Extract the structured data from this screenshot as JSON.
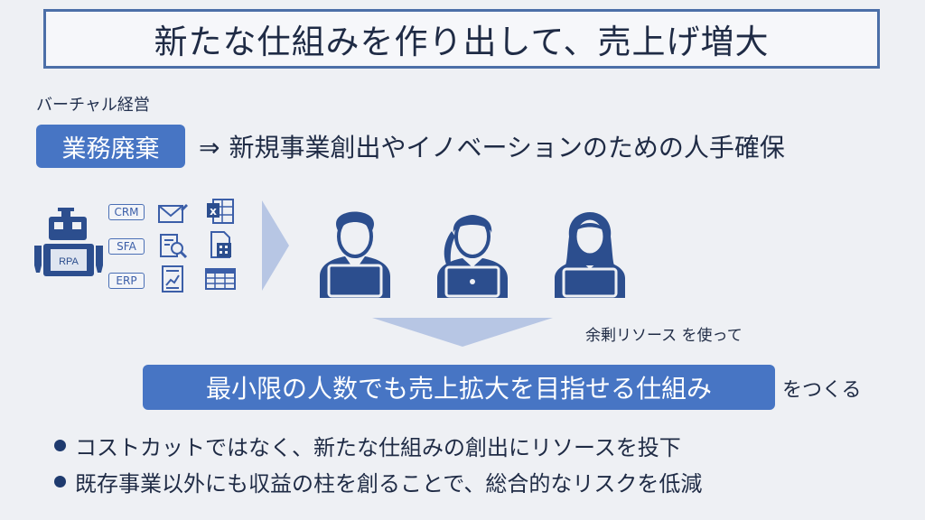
{
  "title": "新たな仕組みを作り出して、売上げ増大",
  "virtual_label": "バーチャル経営",
  "discard_pill": "業務廃棄",
  "arrow_symbol": "⇒",
  "arrow_text": "新規事業創出やイノベーションのための人手確保",
  "robot_label": "RPA",
  "app_labels": [
    "CRM",
    "SFA",
    "ERP"
  ],
  "surplus_text": "余剰リソース を使って",
  "main_pill": "最小限の人数でも売上拡大を目指せる仕組み",
  "make_text": "をつくる",
  "bullets": [
    "コストカットではなく、新たな仕組みの創出にリソースを投下",
    "既存事業以外にも収益の柱を創ることで、総合的なリスクを低減"
  ],
  "colors": {
    "accent": "#4775c4",
    "navy": "#1e3a6e",
    "pale": "#b7c6e4",
    "bg": "#eef0f4"
  },
  "icons": [
    "robot-icon",
    "mail-icon",
    "search-doc-icon",
    "excel-icon",
    "calculator-icon",
    "report-icon",
    "spreadsheet-icon",
    "male-worker-icon",
    "female-worker-icon",
    "female-worker-long-hair-icon"
  ]
}
